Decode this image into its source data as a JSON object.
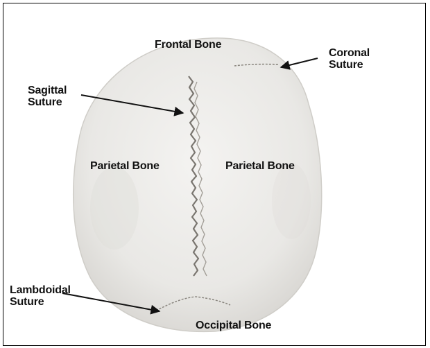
{
  "labels": {
    "frontal_bone": "Frontal Bone",
    "coronal_suture": "Coronal\nSuture",
    "sagittal_suture": "Sagittal\nSuture",
    "parietal_left": "Parietal Bone",
    "parietal_right": "Parietal Bone",
    "lambdoidal_suture": "Lambdoidal\nSuture",
    "occipital_bone": "Occipital Bone"
  },
  "colors": {
    "bone": "#ecebe8",
    "suture": "#7a7670",
    "label_text": "#111111",
    "border": "#000000"
  }
}
